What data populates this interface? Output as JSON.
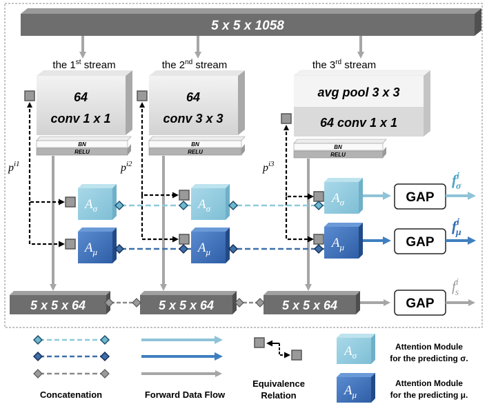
{
  "input_block": {
    "label": "5 x 5 x 1058"
  },
  "streams": [
    {
      "prefix": "the 1",
      "sup": "st",
      "suffix": " stream",
      "line1": "64",
      "line2": "conv  1 x 1",
      "pvar": "p",
      "psup": "i1"
    },
    {
      "prefix": "the 2",
      "sup": "nd",
      "suffix": " stream",
      "line1": "64",
      "line2": "conv  3 x 3",
      "pvar": "p",
      "psup": "i2"
    },
    {
      "prefix": "the 3",
      "sup": "rd",
      "suffix": " stream",
      "line1": "avg pool 3 x 3",
      "line2": "64 conv 1 x 1",
      "pvar": "p",
      "psup": "i3"
    }
  ],
  "layers": {
    "bn": "BN",
    "relu": "RELU"
  },
  "attention": {
    "sigma": {
      "base": "A",
      "sub": "σ"
    },
    "mu": {
      "base": "A",
      "sub": "μ"
    }
  },
  "outputs": {
    "block_label": "5 x 5 x 64",
    "gap": "GAP"
  },
  "features": [
    {
      "base": "f",
      "sup": "i",
      "sub": "σ"
    },
    {
      "base": "f",
      "sup": "i",
      "sub": "μ"
    },
    {
      "base": "f",
      "sup": "i",
      "sub": "s"
    }
  ],
  "legend": {
    "concatenation": "Concatenation",
    "forward": "Forward Data Flow",
    "equivalence_line1": "Equivalence",
    "equivalence_line2": "Relation",
    "att_sigma_line1": "Attention Module",
    "att_sigma_line2": "for the predicting σ.",
    "att_mu_line1": "Attention Module",
    "att_mu_line2": "for the predicting μ."
  },
  "colors": {
    "dark_gray": "#707070",
    "mid_gray": "#a6a6a6",
    "sigma_blue": "#8ccadb",
    "mu_blue": "#3f72b5",
    "sigma_line": "#8ccadb",
    "mu_line": "#3d6fa8"
  }
}
